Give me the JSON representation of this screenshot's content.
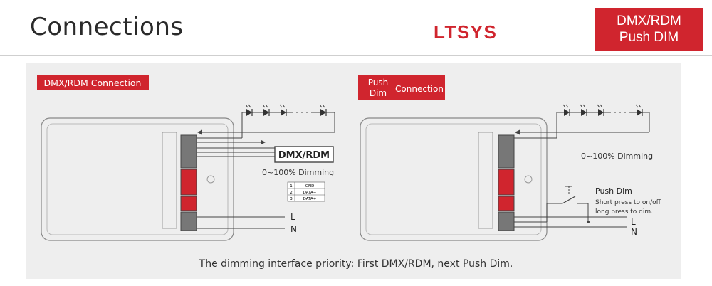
{
  "header": {
    "title": "Connections",
    "brand": "LTSYS",
    "badge_line1": "DMX/RDM",
    "badge_line2": "Push DIM"
  },
  "left": {
    "tag": "DMX/RDM Connection",
    "dmx_box": "DMX/RDM",
    "dimming": "0~100% Dimming",
    "table": [
      {
        "pin": "1",
        "signal": "GND"
      },
      {
        "pin": "2",
        "signal": "DATA−"
      },
      {
        "pin": "3",
        "signal": "DATA+"
      }
    ],
    "line_l": "L",
    "line_n": "N"
  },
  "right": {
    "tag_left_line1": "Push",
    "tag_left_line2": "Dim",
    "tag_right": "Connection",
    "dimming": "0~100% Dimming",
    "push_title": "Push Dim",
    "push_desc1": "Short press to on/off",
    "push_desc2": "long press to dim.",
    "line_l": "L",
    "line_n": "N"
  },
  "footer": "The dimming interface priority: First DMX/RDM, next Push Dim.",
  "colors": {
    "accent": "#d0252e",
    "panel": "#eeeeee",
    "line": "#444444"
  }
}
